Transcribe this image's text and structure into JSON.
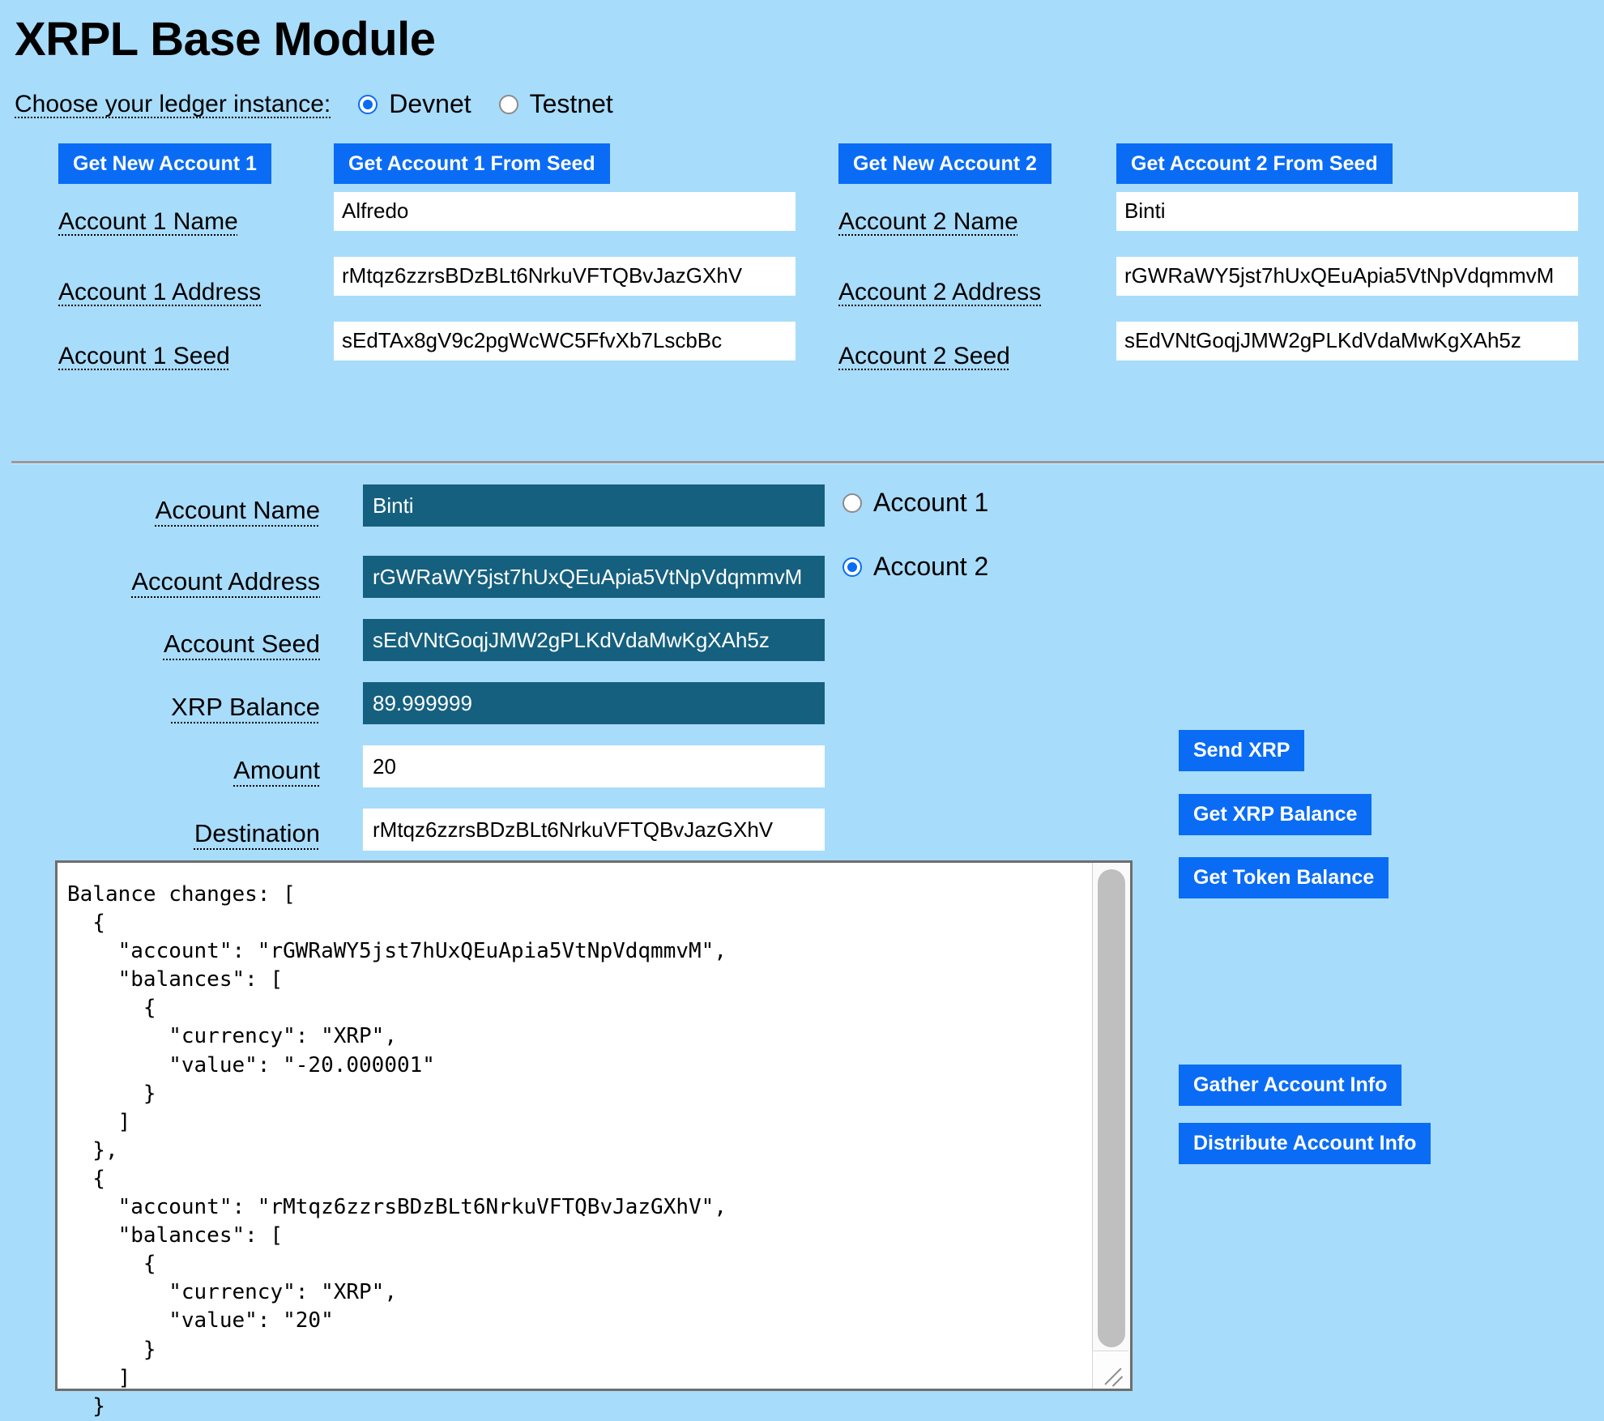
{
  "page": {
    "title": "XRPL Base Module",
    "background_color": "#a8dcfb",
    "button_color": "#0a6cf5",
    "readonly_field_color": "#15607f"
  },
  "ledger": {
    "label": "Choose your ledger instance:",
    "options": [
      {
        "label": "Devnet",
        "checked": true
      },
      {
        "label": "Testnet",
        "checked": false
      }
    ]
  },
  "accounts": {
    "account1": {
      "new_button": "Get New Account 1",
      "from_seed_button": "Get Account 1 From Seed",
      "name_label": "Account 1 Name",
      "name_value": "Alfredo",
      "address_label": "Account 1 Address",
      "address_value": "rMtqz6zzrsBDzBLt6NrkuVFTQBvJazGXhV",
      "seed_label": "Account 1 Seed",
      "seed_value": "sEdTAx8gV9c2pgWcWC5FfvXb7LscbBc"
    },
    "account2": {
      "new_button": "Get New Account 2",
      "from_seed_button": "Get Account 2 From Seed",
      "name_label": "Account 2 Name",
      "name_value": "Binti",
      "address_label": "Account 2 Address",
      "address_value": "rGWRaWY5jst7hUxQEuApia5VtNpVdqmmvM",
      "seed_label": "Account 2 Seed",
      "seed_value": "sEdVNtGoqjJMW2gPLKdVdaMwKgXAh5z"
    }
  },
  "active_account": {
    "name_label": "Account Name",
    "name_value": "Binti",
    "address_label": "Account Address",
    "address_value": "rGWRaWY5jst7hUxQEuApia5VtNpVdqmmvM",
    "seed_label": "Account Seed",
    "seed_value": "sEdVNtGoqjJMW2gPLKdVdaMwKgXAh5z",
    "balance_label": "XRP Balance",
    "balance_value": "89.999999",
    "amount_label": "Amount",
    "amount_value": "20",
    "destination_label": "Destination",
    "destination_value": "rMtqz6zzrsBDzBLt6NrkuVFTQBvJazGXhV",
    "selector": [
      {
        "label": "Account 1",
        "checked": false
      },
      {
        "label": "Account 2",
        "checked": true
      }
    ]
  },
  "actions": {
    "send_xrp": "Send XRP",
    "get_xrp_balance": "Get XRP Balance",
    "get_token_balance": "Get Token Balance",
    "gather_account_info": "Gather Account Info",
    "distribute_account_info": "Distribute Account Info"
  },
  "results": {
    "text": "Balance changes: [\n  {\n    \"account\": \"rGWRaWY5jst7hUxQEuApia5VtNpVdqmmvM\",\n    \"balances\": [\n      {\n        \"currency\": \"XRP\",\n        \"value\": \"-20.000001\"\n      }\n    ]\n  },\n  {\n    \"account\": \"rMtqz6zzrsBDzBLt6NrkuVFTQBvJazGXhV\",\n    \"balances\": [\n      {\n        \"currency\": \"XRP\",\n        \"value\": \"20\"\n      }\n    ]\n  }"
  }
}
